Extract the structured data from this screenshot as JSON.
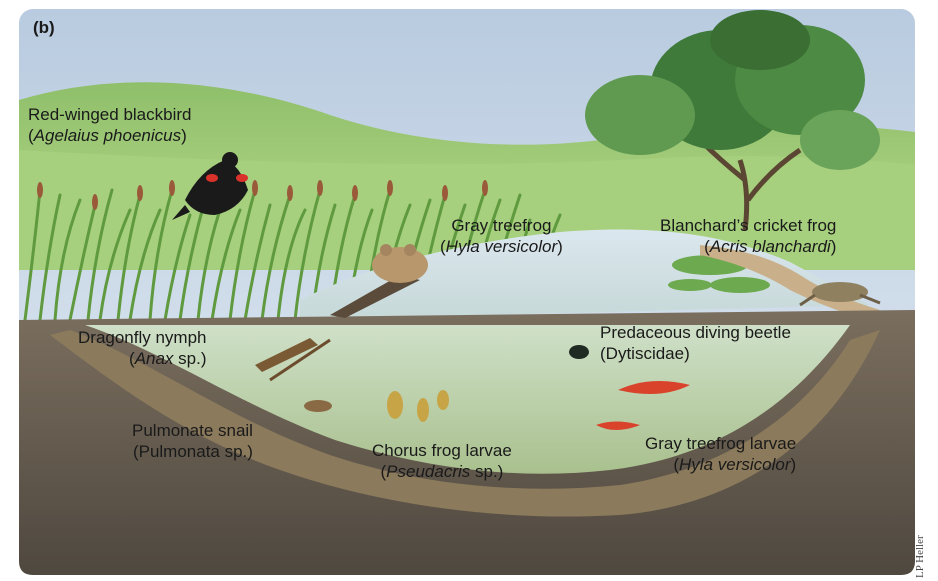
{
  "panel_label": "(b)",
  "credit": "LP Heller",
  "labels": [
    {
      "id": "red-winged-blackbird",
      "common": "Red-winged blackbird",
      "scientific_italic": "Agelaius phoenicus",
      "scientific_suffix": ""
    },
    {
      "id": "gray-treefrog",
      "common": "Gray treefrog",
      "scientific_italic": "Hyla versicolor",
      "scientific_suffix": ""
    },
    {
      "id": "blanchards-cricket-frog",
      "common": "Blanchard’s cricket frog",
      "scientific_italic": "Acris blanchardi",
      "scientific_suffix": ""
    },
    {
      "id": "dragonfly-nymph",
      "common": "Dragonfly nymph",
      "scientific_italic": "Anax",
      "scientific_suffix": " sp."
    },
    {
      "id": "predaceous-diving-beetle",
      "common": "Predaceous diving beetle",
      "scientific_italic": "",
      "scientific_suffix": "Dytiscidae"
    },
    {
      "id": "pulmonate-snail",
      "common": "Pulmonate snail",
      "scientific_italic": "",
      "scientific_suffix": "Pulmonata sp."
    },
    {
      "id": "chorus-frog-larvae",
      "common": "Chorus frog larvae",
      "scientific_italic": "Pseudacris",
      "scientific_suffix": " sp."
    },
    {
      "id": "gray-treefrog-larvae",
      "common": "Gray treefrog larvae",
      "scientific_italic": "Hyla versicolor",
      "scientific_suffix": ""
    }
  ]
}
